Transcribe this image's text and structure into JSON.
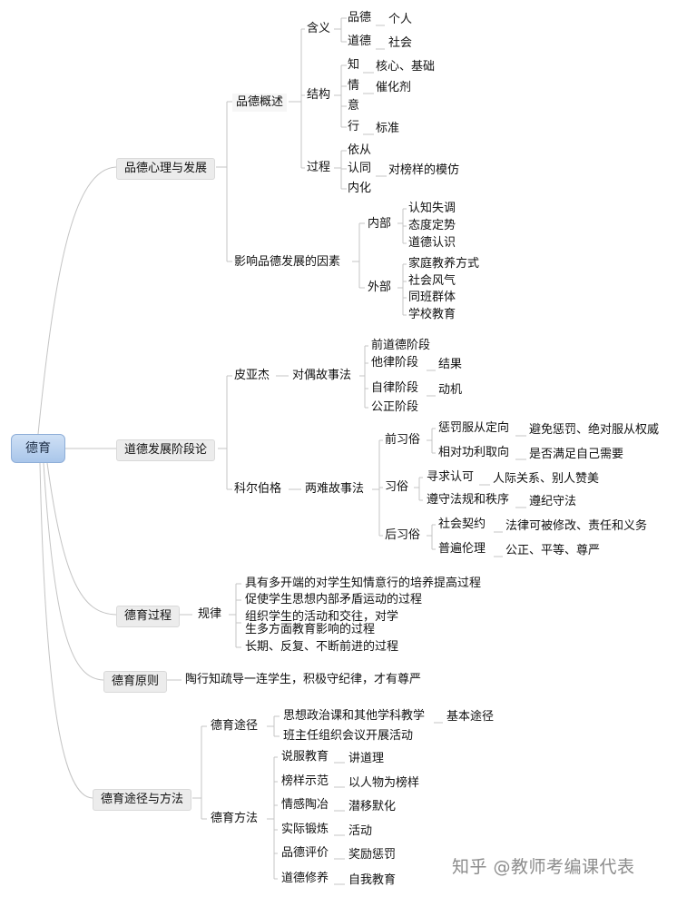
{
  "root": "德育",
  "branches": {
    "b1": "品德心理与发展",
    "b2": "道德发展阶段论",
    "b3": "德育过程",
    "b4": "德育原则",
    "b5": "德育途径与方法"
  },
  "b1": {
    "overview": "品德概述",
    "meaning": "含义",
    "pinde": "品德",
    "geren": "个人",
    "daode": "道德",
    "shehui": "社会",
    "structure": "结构",
    "zhi": "知",
    "zhi_note": "核心、基础",
    "qing": "情",
    "qing_note": "催化剂",
    "yi": "意",
    "xing": "行",
    "xing_note": "标准",
    "process": "过程",
    "yicong": "依从",
    "rentong": "认同",
    "rentong_note": "对榜样的模仿",
    "neihua": "内化",
    "factors": "影响品德发展的因素",
    "inner": "内部",
    "in1": "认知失调",
    "in2": "态度定势",
    "in3": "道德认识",
    "outer": "外部",
    "out1": "家庭教养方式",
    "out2": "社会风气",
    "out3": "同班群体",
    "out4": "学校教育"
  },
  "b2": {
    "piaget": "皮亚杰",
    "piaget_method": "对偶故事法",
    "p1": "前道德阶段",
    "p2": "他律阶段",
    "p2_note": "结果",
    "p3": "自律阶段",
    "p3_note": "动机",
    "p4": "公正阶段",
    "kohlberg": "科尔伯格",
    "k_method": "两难故事法",
    "pre": "前习俗",
    "pre1": "惩罚服从定向",
    "pre1_note": "避免惩罚、绝对服从权威",
    "pre2": "相对功利取向",
    "pre2_note": "是否满足自己需要",
    "conv": "习俗",
    "conv1": "寻求认可",
    "conv1_note": "人际关系、别人赞美",
    "conv2": "遵守法规和秩序",
    "conv2_note": "遵纪守法",
    "post": "后习俗",
    "post1": "社会契约",
    "post1_note": "法律可被修改、责任和义务",
    "post2": "普遍伦理",
    "post2_note": "公正、平等、尊严"
  },
  "b3": {
    "law": "规律",
    "r1": "具有多开端的对学生知情意行的培养提高过程",
    "r2": "促使学生思想内部矛盾运动的过程",
    "r3a": "组织学生的活动和交往，对学",
    "r3b": "生多方面教育影响的过程",
    "r4": "长期、反复、不断前进的过程"
  },
  "b4": {
    "principles": "陶行知疏导一连学生，积极守纪律，才有尊严"
  },
  "b5": {
    "paths": "德育途径",
    "path1": "思想政治课和其他学科教学",
    "path1_note": "基本途径",
    "path2": "班主任组织会议开展活动",
    "methods": "德育方法",
    "m1": "说服教育",
    "m1_note": "讲道理",
    "m2": "榜样示范",
    "m2_note": "以人物为榜样",
    "m3": "情感陶冶",
    "m3_note": "潜移默化",
    "m4": "实际锻炼",
    "m4_note": "活动",
    "m5": "品德评价",
    "m5_note": "奖励惩罚",
    "m6": "道德修养",
    "m6_note": "自我教育"
  },
  "watermark": "知乎 @教师考编课代表",
  "colors": {
    "line": "#c4c4c4",
    "root_fill": "#b7cfee",
    "branch_fill": "#ececec"
  }
}
